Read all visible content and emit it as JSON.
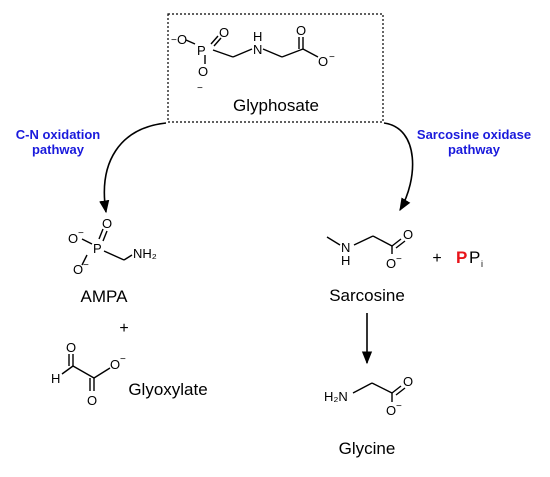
{
  "colors": {
    "phosphorus": "#e8141a",
    "pathway_label": "#1a1adc",
    "ink": "#000000"
  },
  "atoms": {
    "O": "O",
    "O_minus": "O⁻",
    "minus": "−",
    "P": "P",
    "N": "N",
    "H": "H",
    "NH2": "NH₂",
    "H2N": "H₂N"
  },
  "glyphosate": {
    "name": "Glyphosate"
  },
  "pathways": {
    "left": {
      "line1": "C-N oxidation",
      "line2": "pathway"
    },
    "right": {
      "line1": "Sarcosine oxidase",
      "line2": "pathway"
    }
  },
  "products_left": {
    "ampa": "AMPA",
    "plus": "+",
    "glyoxylate": "Glyoxylate"
  },
  "products_right": {
    "sarcosine": "Sarcosine",
    "plus": "+",
    "ppi_P": "P",
    "ppi_rest": "P",
    "ppi_sub": "i",
    "glycine": "Glycine"
  }
}
